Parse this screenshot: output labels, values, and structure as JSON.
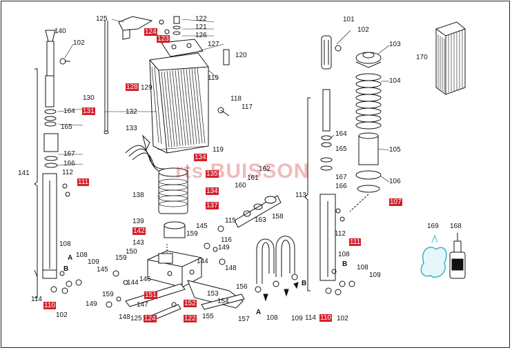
{
  "watermark": "rts BUISSON",
  "colors": {
    "highlight": "#d21f2b",
    "line": "#111111",
    "accent": "#38b2c9"
  },
  "labels": {
    "l125a": "125",
    "l122": "122",
    "l121": "121",
    "l126": "126",
    "l127": "127",
    "l120": "120",
    "l119a": "119",
    "l129": "129",
    "l118": "118",
    "l117": "117",
    "l130": "130",
    "l132": "132",
    "l133": "133",
    "l119b": "119",
    "l138": "138",
    "l139": "139",
    "l143": "143",
    "l150": "150",
    "l145a": "145",
    "l159a": "159",
    "l144a": "144",
    "l146": "146",
    "l147": "147",
    "l149a": "149",
    "l159b": "159",
    "l148a": "148",
    "l125b": "125",
    "l140": "140",
    "l102a": "102",
    "l164a": "164",
    "l165a": "165",
    "l167a": "167",
    "l166a": "166",
    "l112a": "112",
    "l141": "141",
    "l108a": "108",
    "l108b": "108",
    "l109a": "109",
    "lA1": "A",
    "lB1": "B",
    "l114a": "114",
    "l102b": "102",
    "l162": "162",
    "l161": "161",
    "l160": "160",
    "l163": "163",
    "l158": "158",
    "l115": "115",
    "l145b": "145",
    "l116": "116",
    "l159c": "159",
    "l149b": "149",
    "l144b": "144",
    "l148b": "148",
    "l156": "156",
    "l153": "153",
    "l154": "154",
    "l155": "155",
    "l157": "157",
    "l108c": "108",
    "l109b": "109",
    "lA2": "A",
    "lB2": "B",
    "l101": "101",
    "l102c": "102",
    "l103": "103",
    "l104": "104",
    "l105": "105",
    "l106": "106",
    "l113": "113",
    "l164b": "164",
    "l165b": "165",
    "l167b": "167",
    "l166b": "166",
    "l112b": "112",
    "l108d": "108",
    "l108e": "108",
    "l109c": "109",
    "lB3": "B",
    "l114b": "114",
    "l102d": "102",
    "l170": "170",
    "l169": "169",
    "l168": "168"
  },
  "red_labels": {
    "r124a": "124",
    "r123": "123",
    "r128": "128",
    "r131": "131",
    "r134a": "134",
    "r135": "135",
    "r134b": "134",
    "r137": "137",
    "r142": "142",
    "r151": "151",
    "r124b": "124",
    "r152": "152",
    "r122": "122",
    "r111a": "111",
    "r110a": "110",
    "r107": "107",
    "r111b": "111",
    "r110b": "110"
  }
}
